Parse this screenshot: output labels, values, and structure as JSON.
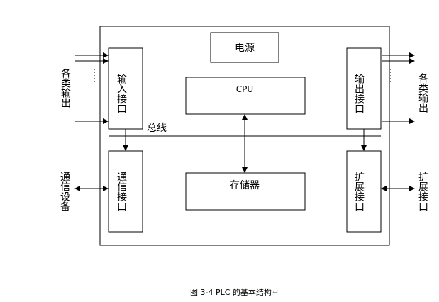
{
  "blocks": {
    "power": "电源",
    "cpu": "CPU",
    "memory": "存储器",
    "input_interface": "输入接口",
    "output_interface": "输出接口",
    "comm_interface": "通信接口",
    "expansion_interface": "扩展接口"
  },
  "bus_label": "总线",
  "external": {
    "left_inputs": "各类输出",
    "right_outputs": "各类输出",
    "comm_device": "通信设备",
    "expansion_port": "扩展接口"
  },
  "caption": "图 3-4  PLC 的基本结构",
  "caption_mark": "↵"
}
